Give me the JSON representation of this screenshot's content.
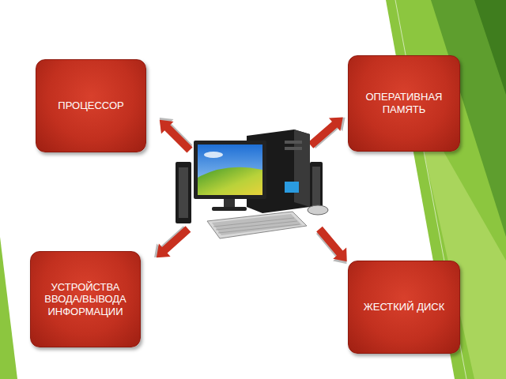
{
  "diagram": {
    "nodes": [
      {
        "text": [
          "ПРОЦЕССОР"
        ]
      },
      {
        "text": [
          "ОПЕРАТИВНАЯ ПАМЯТЬ"
        ]
      },
      {
        "text": [
          "УСТРОЙСТВА ВВОДА/ВЫВОДА ИНФОРМАЦИИ"
        ]
      },
      {
        "text": [
          "ЖЕСТКИЙ ДИСК"
        ]
      }
    ]
  }
}
